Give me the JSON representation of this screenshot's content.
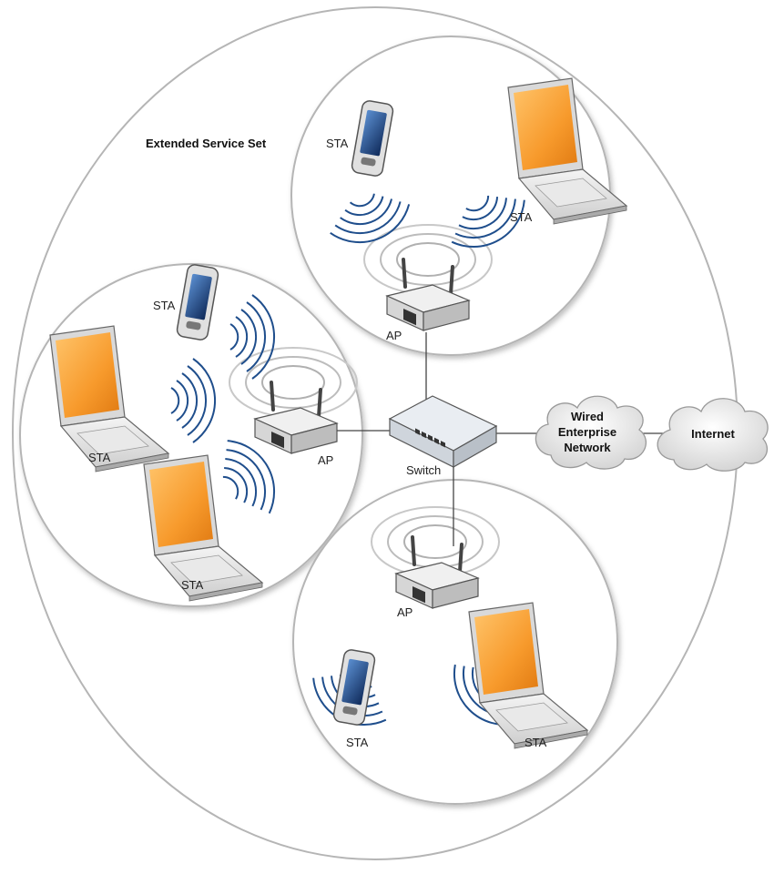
{
  "diagram": {
    "title": "Extended Service Set",
    "bss_top": {
      "phone_label": "STA",
      "laptop_label": "STA",
      "ap_label": "AP"
    },
    "bss_left": {
      "phone_label": "STA",
      "laptop1_label": "STA",
      "laptop2_label": "STA",
      "ap_label": "AP"
    },
    "bss_bottom": {
      "phone_label": "STA",
      "laptop_label": "STA",
      "ap_label": "AP"
    },
    "switch_label": "Switch",
    "wired_network": {
      "line1": "Wired",
      "line2": "Enterprise",
      "line3": "Network"
    },
    "internet_label": "Internet"
  },
  "colors": {
    "screen": "#f79a2c",
    "wave": "#1f4e8c",
    "outline": "#555555"
  }
}
